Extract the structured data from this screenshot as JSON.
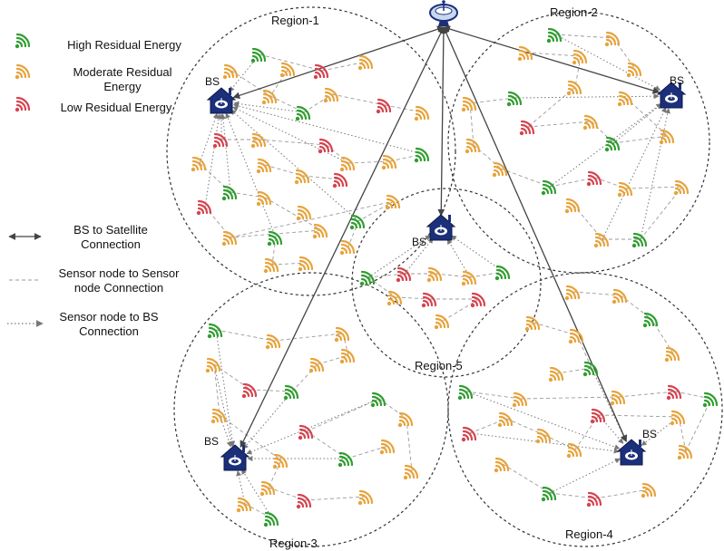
{
  "colors": {
    "high": "#2f9e2f",
    "moderate": "#e8a33a",
    "low": "#d6434f",
    "station": "#1b2f7a",
    "link": "#555555",
    "sensor_link": "#9a9a9a"
  },
  "legend": {
    "high": "High Residual Energy",
    "moderate": "Moderate Residual Energy",
    "low": "Low Residual Energy",
    "bs_satellite": "BS to Satellite Connection",
    "sensor_sensor": "Sensor node to Sensor node Connection",
    "sensor_bs": "Sensor node to BS Connection"
  },
  "regions": [
    "Region-1",
    "Region-2",
    "Region-3",
    "Region-4",
    "Region-5"
  ],
  "bs_label": "BS",
  "icons": {
    "satellite": "satellite-dish-icon",
    "base_station": "base-station-icon",
    "sensor": "wifi-signal-icon"
  }
}
